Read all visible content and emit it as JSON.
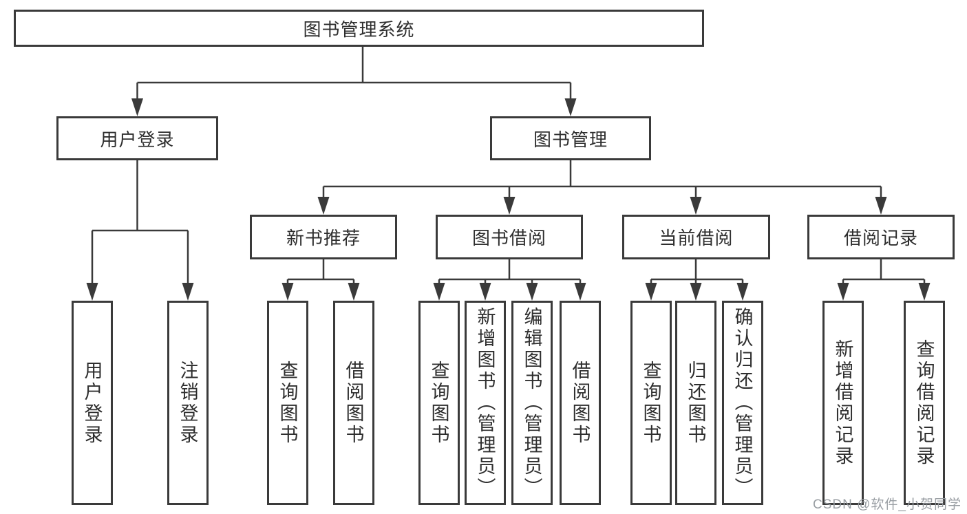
{
  "diagram": {
    "root": {
      "label": "图书管理系统"
    },
    "level2": {
      "user_login": {
        "label": "用户登录"
      },
      "book_management": {
        "label": "图书管理"
      }
    },
    "level3": {
      "new_book_recommendation": {
        "label": "新书推荐"
      },
      "book_borrowing": {
        "label": "图书借阅"
      },
      "current_borrowing": {
        "label": "当前借阅"
      },
      "borrowing_records": {
        "label": "借阅记录"
      }
    },
    "level4": {
      "under_user_login": [
        {
          "label": "用户登录"
        },
        {
          "label": "注销登录"
        }
      ],
      "under_new_book_recommendation": [
        {
          "label": "查询图书"
        },
        {
          "label": "借阅图书"
        }
      ],
      "under_book_borrowing": [
        {
          "label": "查询图书"
        },
        {
          "label": "新增图书（管理员）"
        },
        {
          "label": "编辑图书（管理员）"
        },
        {
          "label": "借阅图书"
        }
      ],
      "under_current_borrowing": [
        {
          "label": "查询图书"
        },
        {
          "label": "归还图书"
        },
        {
          "label": "确认归还（管理员）"
        }
      ],
      "under_borrowing_records": [
        {
          "label": "新增借阅记录"
        },
        {
          "label": "查询借阅记录"
        }
      ]
    },
    "watermark": "CSDN @软件_小贺同学",
    "colors": {
      "line": "#3a3a3a",
      "box_border": "#3a3a3a",
      "text": "#2e2e2e",
      "watermark": "#94999e",
      "background": "#ffffff"
    }
  }
}
